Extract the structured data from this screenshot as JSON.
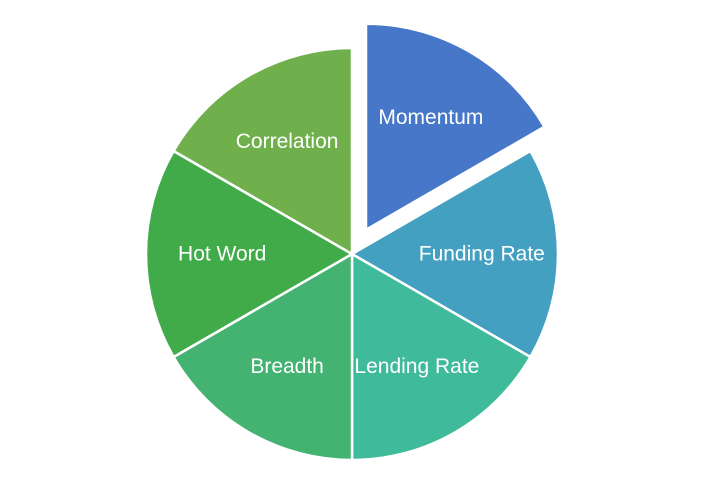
{
  "page": {
    "background_color": "#ffffff"
  },
  "chart_data": {
    "type": "pie",
    "title": "",
    "legend": "none",
    "label_position": "inside",
    "label_color": "#ffffff",
    "start_angle_deg": 90,
    "direction": "clockwise",
    "categories": [
      "Momentum",
      "Funding Rate",
      "Lending Rate",
      "Breadth",
      "Hot Word",
      "Correlation"
    ],
    "values": [
      16.7,
      16.7,
      16.7,
      16.7,
      16.7,
      16.7
    ],
    "slices": [
      {
        "label": "Momentum",
        "value": 16.7,
        "share": "1/6",
        "color": "#4777C9",
        "exploded": true
      },
      {
        "label": "Funding Rate",
        "value": 16.7,
        "share": "1/6",
        "color": "#44A0C0",
        "exploded": false
      },
      {
        "label": "Lending Rate",
        "value": 16.7,
        "share": "1/6",
        "color": "#3FBB9B",
        "exploded": false
      },
      {
        "label": "Breadth",
        "value": 16.7,
        "share": "1/6",
        "color": "#44B371",
        "exploded": false
      },
      {
        "label": "Hot Word",
        "value": 16.7,
        "share": "1/6",
        "color": "#41AB4A",
        "exploded": false
      },
      {
        "label": "Correlation",
        "value": 16.7,
        "share": "1/6",
        "color": "#6FB04C",
        "exploded": false
      }
    ],
    "slice_border_color": "#ffffff"
  }
}
